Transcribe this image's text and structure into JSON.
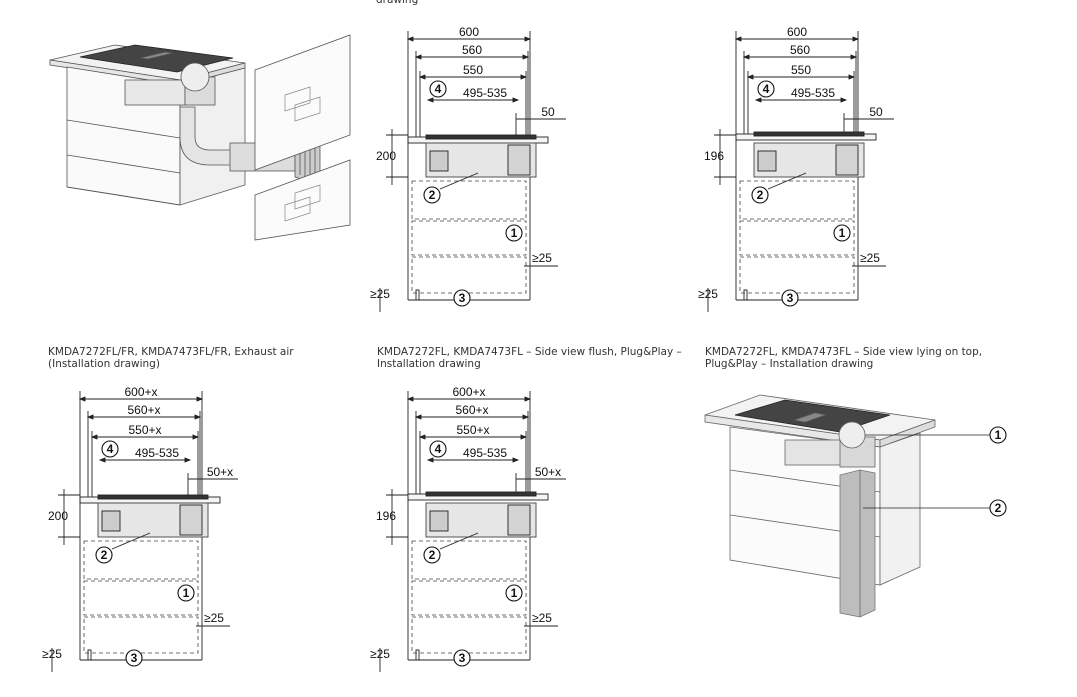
{
  "header_fragment": "drawing",
  "panels": [
    {
      "caption": "KMDA7272FL/FR, KMDA7473FL/FR, Exhaust air (Installation drawing)"
    },
    {
      "caption": "KMDA7272FL, KMDA7473FL – Side view flush, Plug&Play – Installation drawing",
      "dims": [
        "600",
        "560",
        "550",
        "495-535",
        "50",
        "200",
        "≥25",
        "≥25"
      ],
      "callouts": [
        "4",
        "2",
        "1",
        "3"
      ]
    },
    {
      "caption": "KMDA7272FL, KMDA7473FL – Side view lying on top, Plug&Play – Installation drawing",
      "dims": [
        "600",
        "560",
        "550",
        "495-535",
        "50",
        "196",
        "≥25",
        "≥25"
      ],
      "callouts": [
        "4",
        "2",
        "1",
        "3"
      ]
    },
    {
      "caption": "",
      "dims": [
        "600+x",
        "560+x",
        "550+x",
        "495-535",
        "50+x",
        "200",
        "≥25",
        "≥25"
      ],
      "callouts": [
        "4",
        "2",
        "1",
        "3"
      ]
    },
    {
      "caption": "",
      "dims": [
        "600+x",
        "560+x",
        "550+x",
        "495-535",
        "50+x",
        "196",
        "≥25",
        "≥25"
      ],
      "callouts": [
        "4",
        "2",
        "1",
        "3"
      ]
    },
    {
      "caption": "",
      "callouts": [
        "1",
        "2"
      ]
    }
  ]
}
